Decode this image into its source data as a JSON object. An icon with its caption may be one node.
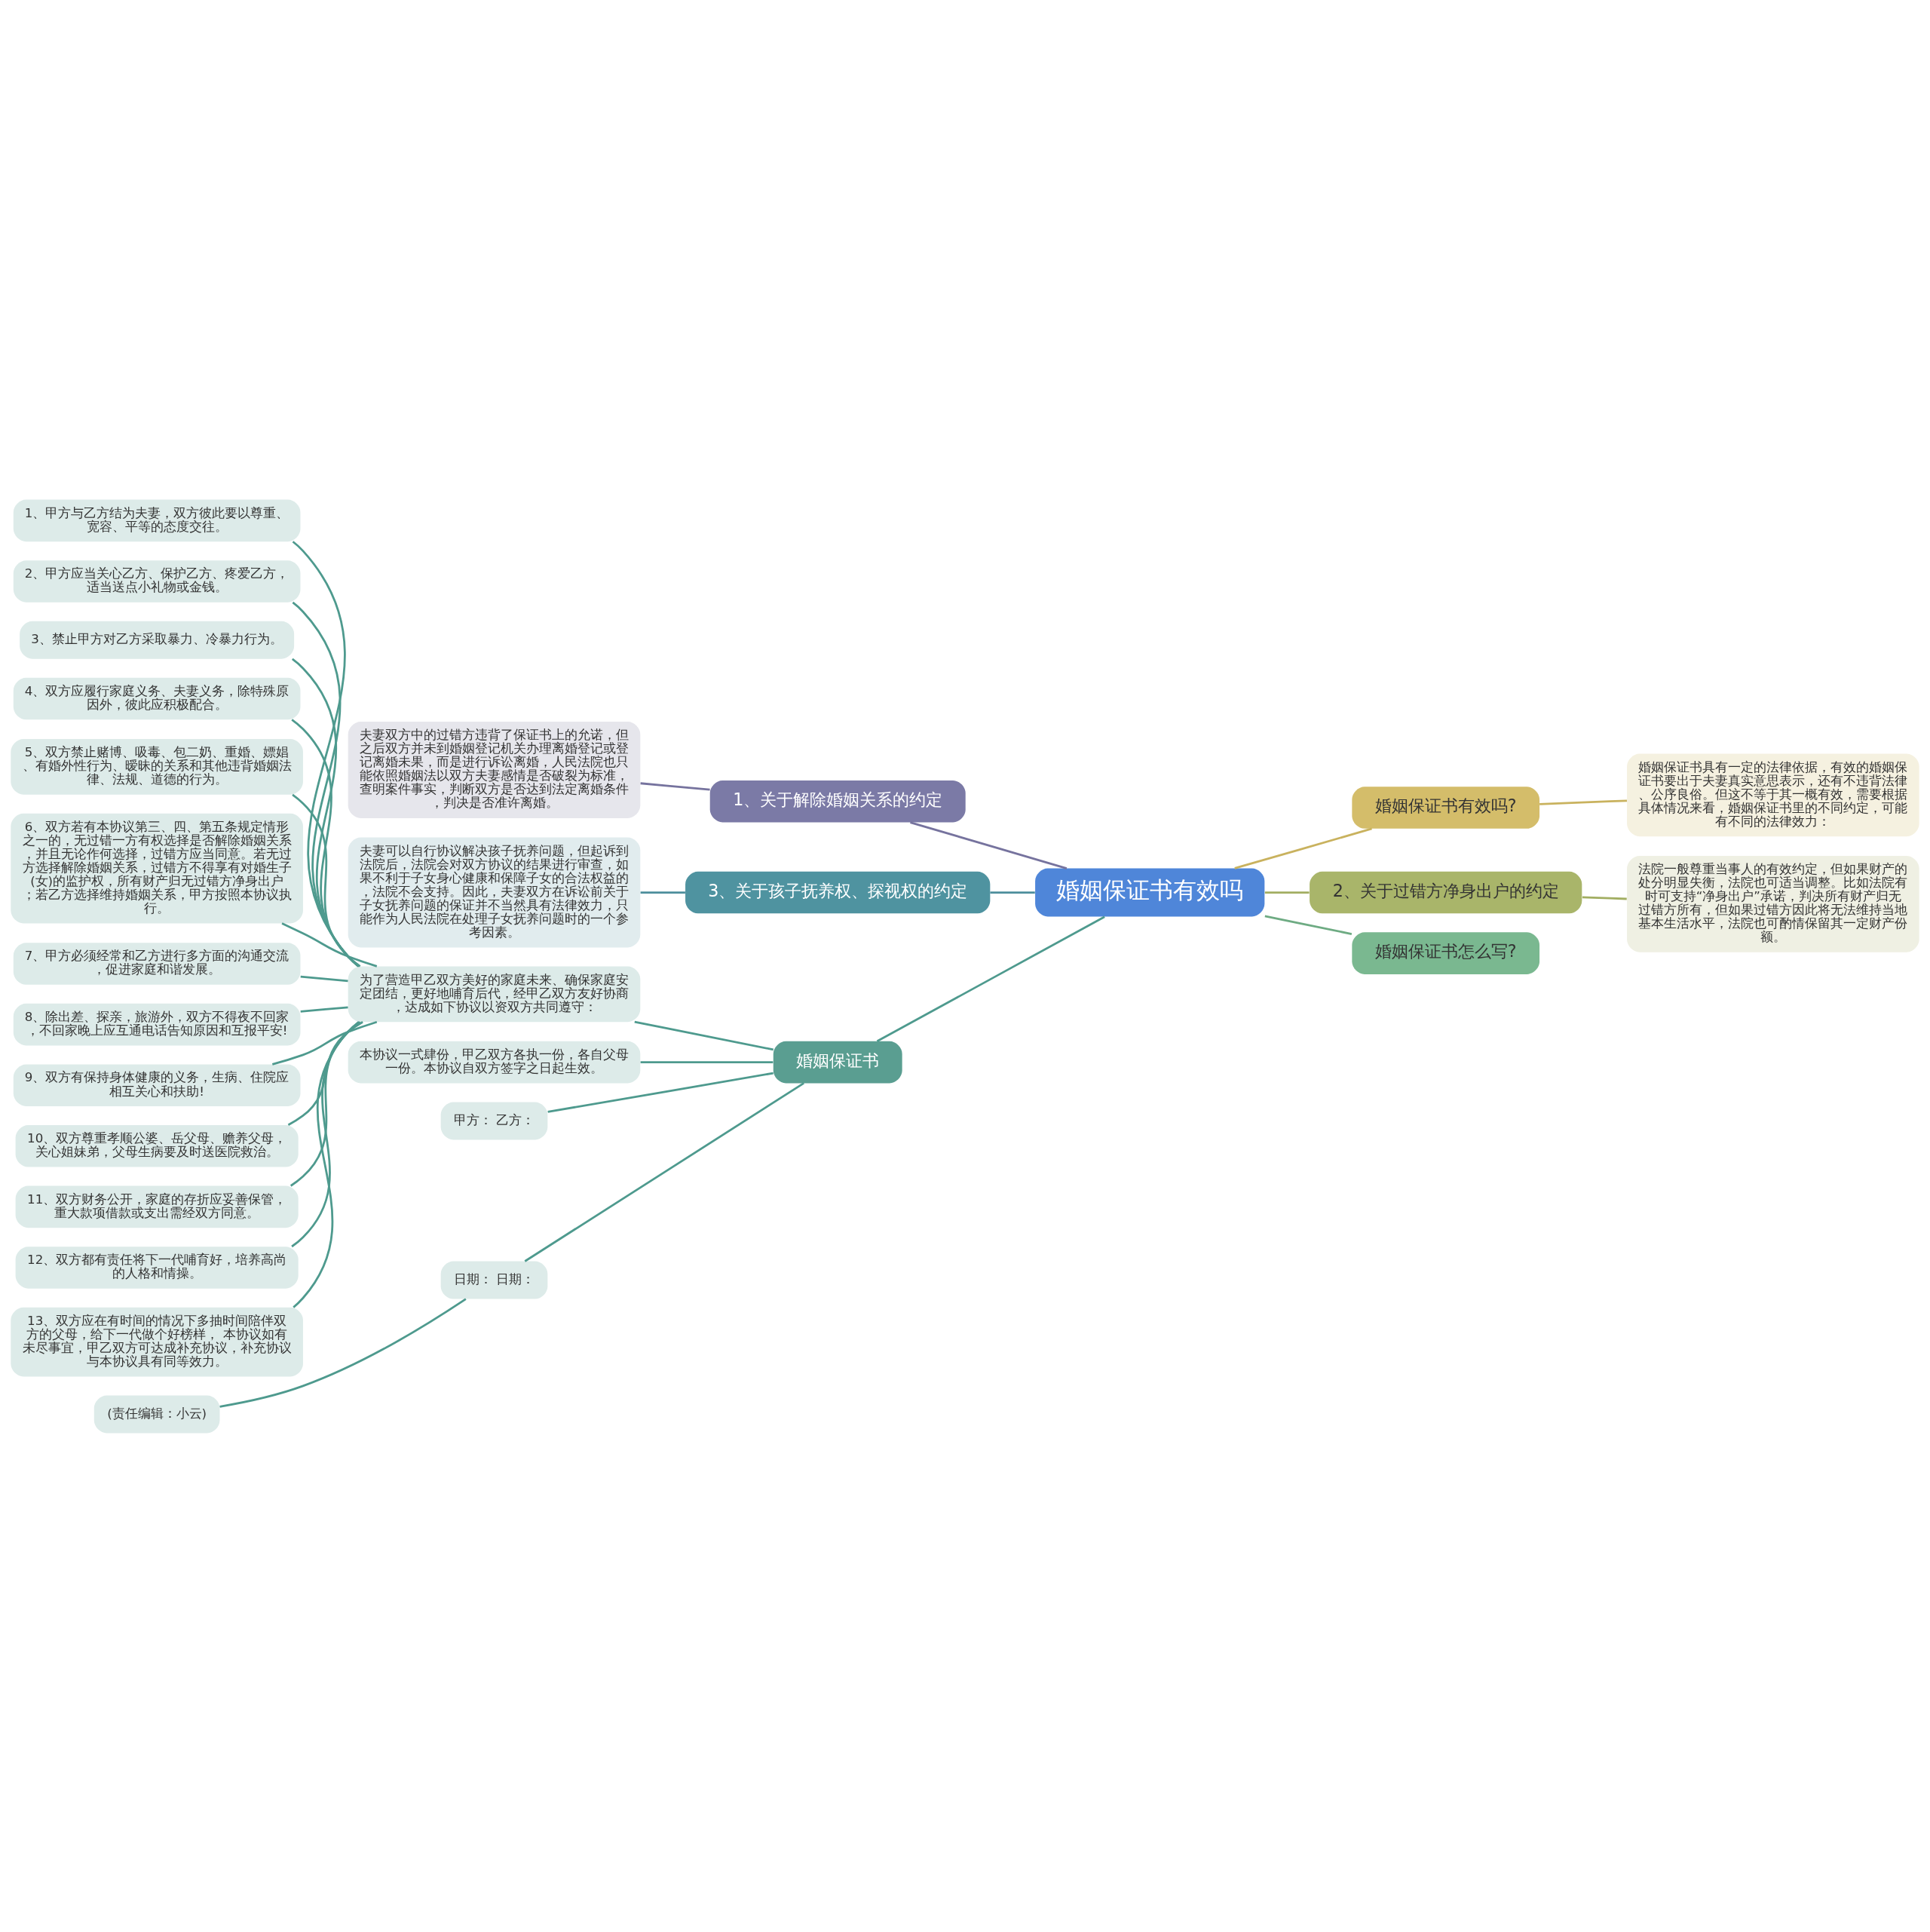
{
  "diagram": {
    "nodes": [
      {
        "text": [
          "婚姻保证书有效吗"
        ]
      },
      {
        "text": [
          "1、关于解除婚姻关系的约定"
        ]
      },
      {
        "text": [
          "夫妻双方中的过错方违背了保证书上的允诺，但之后双方并未到婚姻登记机关办理离婚登记或登记离婚未果，而是进行诉讼离婚，人民法院也只能依照婚姻法以双方夫妻感情是否破裂为标准，查明案件事实，判断双方是否达到法定离婚条件，判决是否准许离婚。"
        ]
      },
      {
        "text": [
          "3、关于孩子抚养权、探视权的约定"
        ]
      },
      {
        "text": [
          "夫妻可以自行协议解决孩子抚养问题，但起诉到法院后，法院会对双方协议的结果进行审查，如果不利于子女身心健康和保障子女的合法权益的，法院不会支持。因此，夫妻双方在诉讼前关于子女抚养问题的保证并不当然具有法律效力，只能作为人民法院在处理子女抚养问题时的一个参考因素。"
        ]
      },
      {
        "text": [
          "婚姻保证书"
        ]
      },
      {
        "text": [
          "为了营造甲乙双方美好的家庭未来、确保家庭安定团结，更好地哺育后代，经甲乙双方友好协商，达成如下协议以资双方共同遵守："
        ]
      },
      {
        "text": [
          "1、甲方与乙方结为夫妻，双方彼此要以尊重、宽容、平等的态度交往。"
        ]
      },
      {
        "text": [
          "2、甲方应当关心乙方、保护乙方、疼爱乙方，适当送点小礼物或金钱。"
        ]
      },
      {
        "text": [
          "3、禁止甲方对乙方采取暴力、冷暴力行为。"
        ]
      },
      {
        "text": [
          "4、双方应履行家庭义务、夫妻义务，除特殊原因外，彼此应积极配合。"
        ]
      },
      {
        "text": [
          "5、双方禁止赌博、吸毒、包二奶、重婚、嫖娼、有婚外性行为、暧昧的关系和其他违背婚姻法律、法规、道德的行为。"
        ]
      },
      {
        "text": [
          "6、双方若有本协议第三、四、第五条规定情形之一的，无过错一方有权选择是否解除婚姻关系，并且无论作何选择，过错方应当同意。若无过方选择解除婚姻关系，过错方不得享有对婚生子(女)的监护权，所有财产归无过错方净身出户；若乙方选择维持婚姻关系，甲方按照本协议执行。"
        ]
      },
      {
        "text": [
          "7、甲方必须经常和乙方进行多方面的沟通交流，促进家庭和谐发展。"
        ]
      },
      {
        "text": [
          "8、除出差、探亲，旅游外，双方不得夜不回家，不回家晚上应互通电话告知原因和互报平安!"
        ]
      },
      {
        "text": [
          "9、双方有保持身体健康的义务，生病、住院应相互关心和扶助!"
        ]
      },
      {
        "text": [
          "10、双方尊重孝顺公婆、岳父母、赡养父母，关心姐妹弟，父母生病要及时送医院救治。"
        ]
      },
      {
        "text": [
          "11、双方财务公开，家庭的存折应妥善保管，重大款项借款或支出需经双方同意。"
        ]
      },
      {
        "text": [
          "12、双方都有责任将下一代哺育好，培养高尚的人格和情操。"
        ]
      },
      {
        "text": [
          "13、双方应在有时间的情况下多抽时间陪伴双方的父母，给下一代做个好榜样， 本协议如有未尽事宜，甲乙双方可达成补充协议，补充协议与本协议具有同等效力。"
        ]
      },
      {
        "text": [
          "本协议一式肆份，甲乙双方各执一份，各自父母一份。本协议自双方签字之日起生效。"
        ]
      },
      {
        "text": [
          "甲方： 乙方："
        ]
      },
      {
        "text": [
          "日期： 日期："
        ]
      },
      {
        "text": [
          "(责任编辑：小云)"
        ]
      },
      {
        "text": [
          "婚姻保证书有效吗?"
        ]
      },
      {
        "text": [
          "婚姻保证书具有一定的法律依据，有效的婚姻保证书要出于夫妻真实意思表示，还有不违背法律、公序良俗。但这不等于其一概有效，需要根据具体情况来看，婚姻保证书里的不同约定，可能有不同的法律效力："
        ]
      },
      {
        "text": [
          "2、关于过错方净身出户的约定"
        ]
      },
      {
        "text": [
          "法院一般尊重当事人的有效约定，但如果财产的处分明显失衡，法院也可适当调整。比如法院有时可支持“净身出户”承诺，判决所有财产归无过错方所有，但如果过错方因此将无法维持当地基本生活水平，法院也可酌情保留其一定财产份额。"
        ]
      },
      {
        "text": [
          "婚姻保证书怎么写?"
        ]
      }
    ],
    "edges": [
      {
        "from": 0,
        "to": 1,
        "arrow": "none",
        "color": "#76739e"
      },
      {
        "from": 1,
        "to": 2,
        "arrow": "none",
        "color": "#76739e"
      },
      {
        "from": 0,
        "to": 3,
        "arrow": "none",
        "color": "#4d8e9c"
      },
      {
        "from": 3,
        "to": 4,
        "arrow": "none",
        "color": "#4d8e9c"
      },
      {
        "from": 0,
        "to": 5,
        "arrow": "none"
      },
      {
        "from": 5,
        "to": 6,
        "arrow": "none"
      },
      {
        "from": 6,
        "to": 7,
        "arrow": "none"
      },
      {
        "from": 6,
        "to": 8,
        "arrow": "none"
      },
      {
        "from": 6,
        "to": 9,
        "arrow": "none"
      },
      {
        "from": 6,
        "to": 10,
        "arrow": "none"
      },
      {
        "from": 6,
        "to": 11,
        "arrow": "none"
      },
      {
        "from": 6,
        "to": 12,
        "arrow": "none"
      },
      {
        "from": 6,
        "to": 13,
        "arrow": "none"
      },
      {
        "from": 6,
        "to": 14,
        "arrow": "none"
      },
      {
        "from": 6,
        "to": 15,
        "arrow": "none"
      },
      {
        "from": 6,
        "to": 16,
        "arrow": "none"
      },
      {
        "from": 6,
        "to": 17,
        "arrow": "none"
      },
      {
        "from": 6,
        "to": 18,
        "arrow": "none"
      },
      {
        "from": 6,
        "to": 19,
        "arrow": "none"
      },
      {
        "from": 5,
        "to": 20,
        "arrow": "none"
      },
      {
        "from": 5,
        "to": 21,
        "arrow": "none"
      },
      {
        "from": 5,
        "to": 22,
        "arrow": "none"
      },
      {
        "from": 22,
        "to": 23,
        "arrow": "none"
      },
      {
        "from": 0,
        "to": 24,
        "arrow": "none",
        "color": "#c9b25e"
      },
      {
        "from": 24,
        "to": 25,
        "arrow": "none",
        "color": "#c9b25e"
      },
      {
        "from": 0,
        "to": 26,
        "arrow": "none",
        "color": "#a2ae62"
      },
      {
        "from": 26,
        "to": 27,
        "arrow": "none",
        "color": "#a2ae62"
      },
      {
        "from": 0,
        "to": 28,
        "arrow": "none",
        "color": "#6eab83"
      }
    ]
  }
}
